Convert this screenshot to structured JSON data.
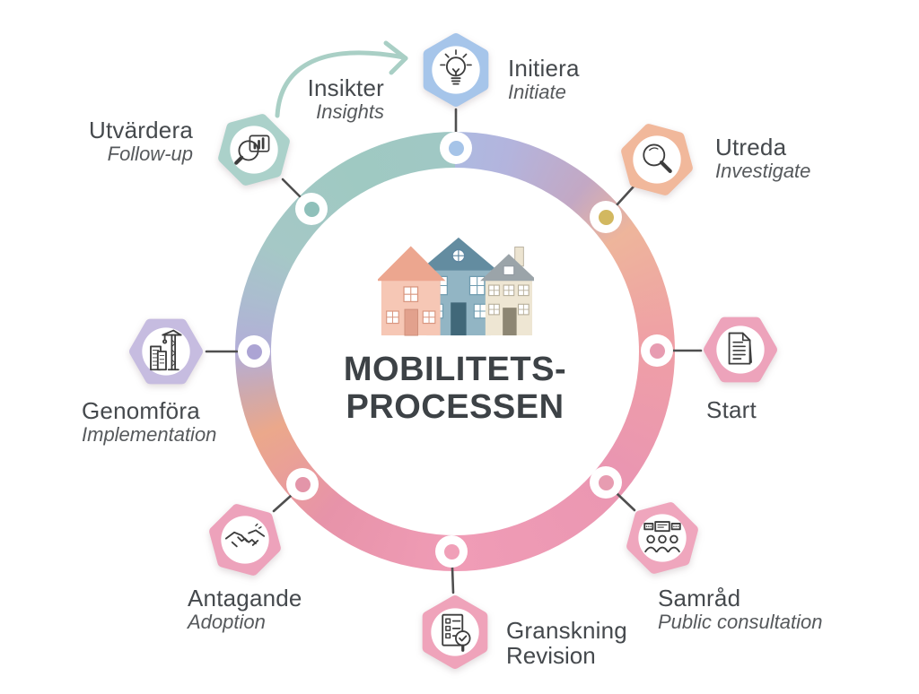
{
  "diagram": {
    "title_line1": "MOBILITETS-",
    "title_line2": "PROCESSEN",
    "center_illustration": "houses-illustration",
    "background_color": "#ffffff"
  },
  "loop_label": {
    "label": "Insikter",
    "sublabel": "Insights"
  },
  "stages": [
    {
      "label": "Initiera",
      "sublabel": "Initiate",
      "icon": "lightbulb-icon",
      "hex_color": "#a6c5ea",
      "node_color": "#a6c4e8",
      "position": "top"
    },
    {
      "label": "Utreda",
      "sublabel": "Investigate",
      "icon": "magnifying-glass-icon",
      "hex_color": "#f1b89b",
      "node_color": "#d2b860",
      "position": "upper-right"
    },
    {
      "label": "Start",
      "sublabel": "",
      "icon": "document-icon",
      "hex_color": "#eda3bb",
      "node_color": "#e79cb1",
      "position": "right"
    },
    {
      "label": "Samråd",
      "sublabel": "Public consultation",
      "icon": "public-meeting-icon",
      "hex_color": "#efa6bd",
      "node_color": "#e79cb1",
      "position": "lower-right"
    },
    {
      "label": "Granskning",
      "sublabel": "Revision",
      "icon": "checklist-review-icon",
      "hex_color": "#efa3ba",
      "node_color": "#f0a0b8",
      "position": "bottom"
    },
    {
      "label": "Antagande",
      "sublabel": "Adoption",
      "icon": "handshake-icon",
      "hex_color": "#eda2bb",
      "node_color": "#e395a9",
      "position": "lower-left"
    },
    {
      "label": "Genomföra",
      "sublabel": "Implementation",
      "icon": "construction-crane-icon",
      "hex_color": "#c6bce0",
      "node_color": "#aca4d4",
      "position": "left"
    },
    {
      "label": "Utvärdera",
      "sublabel": "Follow-up",
      "icon": "chart-magnifier-icon",
      "hex_color": "#abd1ca",
      "node_color": "#8fc0ba",
      "position": "upper-left"
    }
  ],
  "ring": {
    "type": "cyclic-process-ring",
    "gradient_stops": [
      "#aeb9e0",
      "#c3a8c4",
      "#eeb59b",
      "#ef9fa6",
      "#ea96b1",
      "#f09cb6",
      "#e793a9",
      "#eba88b",
      "#b3aed8",
      "#a5c8c6",
      "#9fc9c2"
    ],
    "connector_color": "#4f4f4f",
    "arrow_color": "#a9cfc5"
  }
}
